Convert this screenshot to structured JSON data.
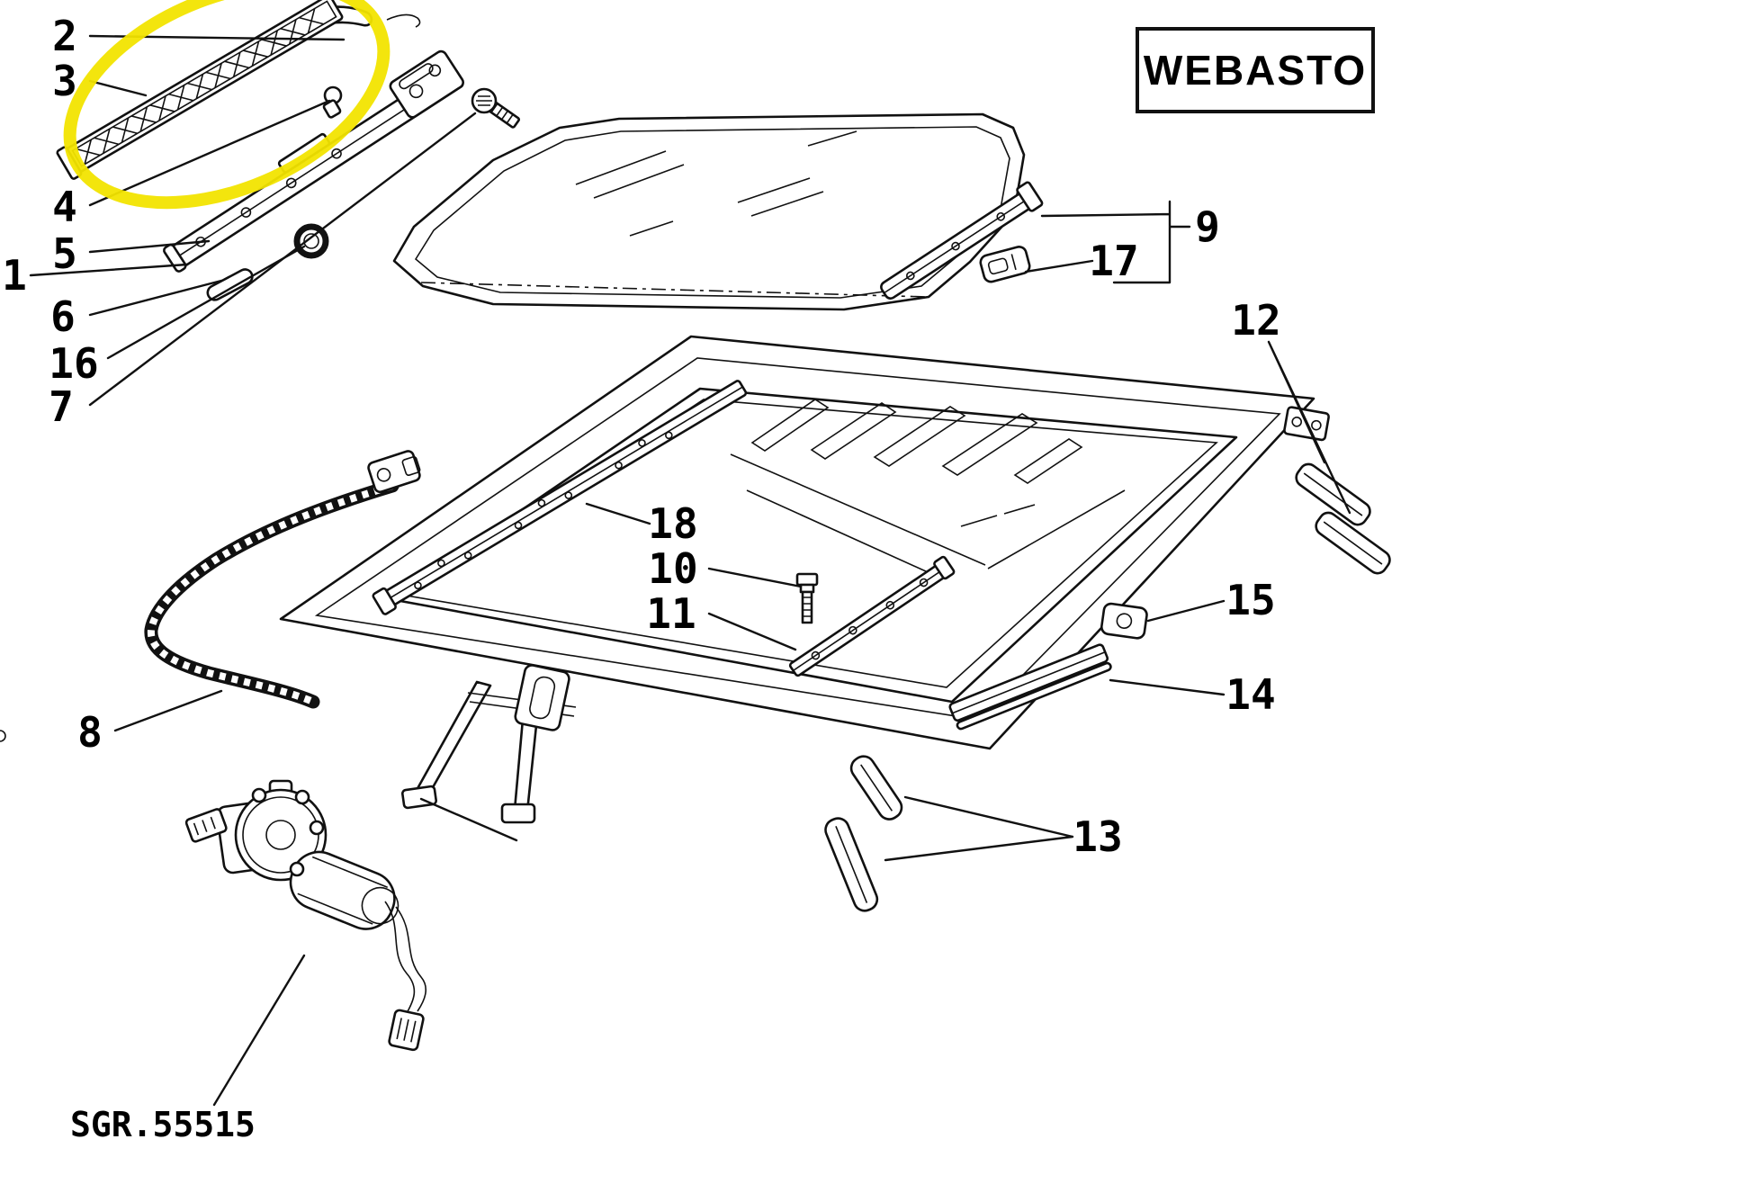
{
  "page": {
    "background_color": "#ffffff"
  },
  "brand_box": {
    "label": "WEBASTO"
  },
  "drawing_code": {
    "label": "SGR.55515"
  },
  "highlight": {
    "color": "#f2e400",
    "encircled_parts": [
      "2",
      "3"
    ]
  },
  "callouts": {
    "p1": {
      "label": "1"
    },
    "p2": {
      "label": "2"
    },
    "p3": {
      "label": "3"
    },
    "p4": {
      "label": "4"
    },
    "p5": {
      "label": "5"
    },
    "p6": {
      "label": "6"
    },
    "p7": {
      "label": "7"
    },
    "p8": {
      "label": "8"
    },
    "p9": {
      "label": "9"
    },
    "p10": {
      "label": "10"
    },
    "p11": {
      "label": "11"
    },
    "p12": {
      "label": "12"
    },
    "p13": {
      "label": "13"
    },
    "p14": {
      "label": "14"
    },
    "p15": {
      "label": "15"
    },
    "p16": {
      "label": "16"
    },
    "p17": {
      "label": "17"
    },
    "p18": {
      "label": "18"
    }
  }
}
